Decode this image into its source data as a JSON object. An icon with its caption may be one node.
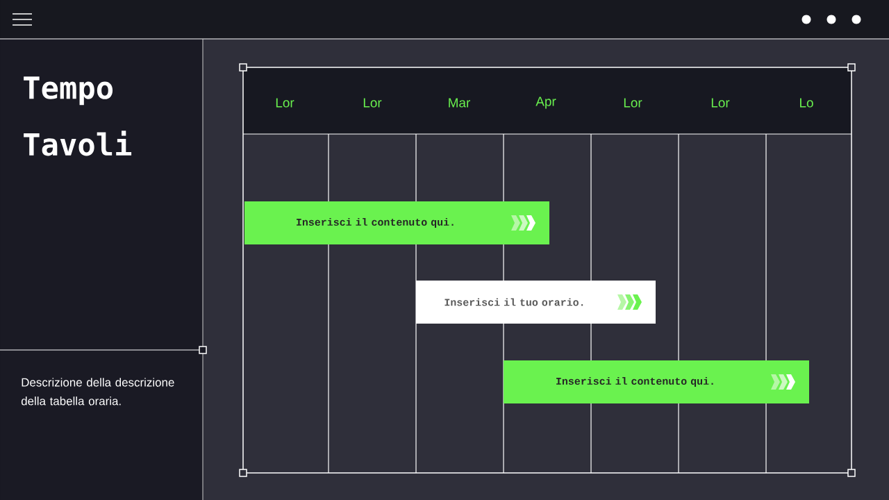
{
  "diagram": {
    "title": "Tempo Tavoli",
    "caption": "Descrizione della descrizione della tabella oraria.",
    "nodes": [
      {
        "text": [
          "Inserisci il contenuto qui."
        ]
      },
      {
        "text": [
          "Inserisci il tuo orario."
        ]
      },
      {
        "text": [
          "Inserisci il contenuto qui."
        ]
      }
    ],
    "labels": [
      "Lor",
      "Lor",
      "Mar",
      "Apr",
      "Lor",
      "Lor",
      "Lo"
    ]
  }
}
